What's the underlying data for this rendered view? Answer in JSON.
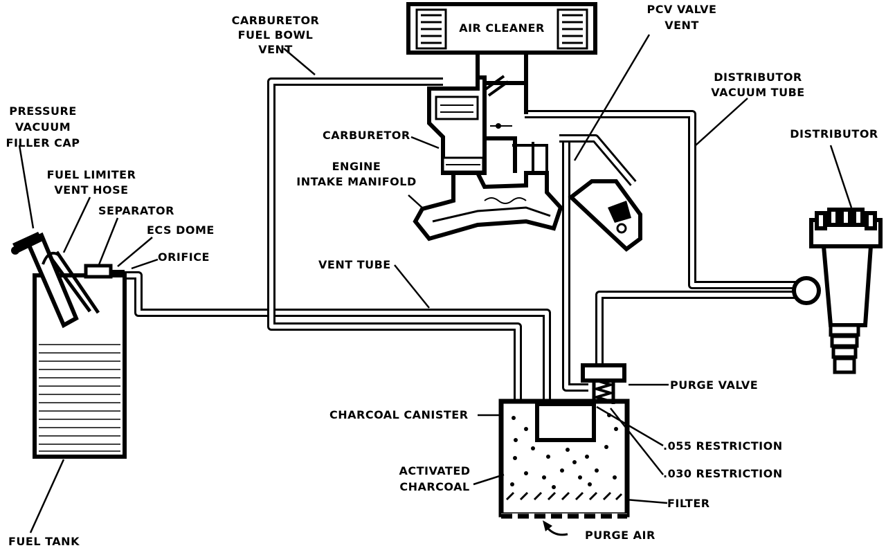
{
  "labels": {
    "carb_vent_1": "CARBURETOR",
    "carb_vent_2": "FUEL BOWL",
    "carb_vent_3": "VENT",
    "air_cleaner": "AIR CLEANER",
    "pcv_1": "PCV VALVE",
    "pcv_2": "VENT",
    "dist_vac_1": "DISTRIBUTOR",
    "dist_vac_2": "VACUUM TUBE",
    "distributor": "DISTRIBUTOR",
    "pressure_1": "PRESSURE",
    "pressure_2": "VACUUM",
    "pressure_3": "FILLER CAP",
    "fuel_limiter_1": "FUEL LIMITER",
    "fuel_limiter_2": "VENT HOSE",
    "separator": "SEPARATOR",
    "ecs_dome": "ECS DOME",
    "orifice": "ORIFICE",
    "carburetor": "CARBURETOR",
    "engine_1": "ENGINE",
    "engine_2": "INTAKE MANIFOLD",
    "vent_tube": "VENT TUBE",
    "purge_valve": "PURGE VALVE",
    "charcoal_canister": "CHARCOAL CANISTER",
    "restriction_055": ".055 RESTRICTION",
    "restriction_030": ".030 RESTRICTION",
    "activated_1": "ACTIVATED",
    "activated_2": "CHARCOAL",
    "filter": "FILTER",
    "purge_air": "PURGE AIR",
    "fuel_tank": "FUEL TANK"
  }
}
